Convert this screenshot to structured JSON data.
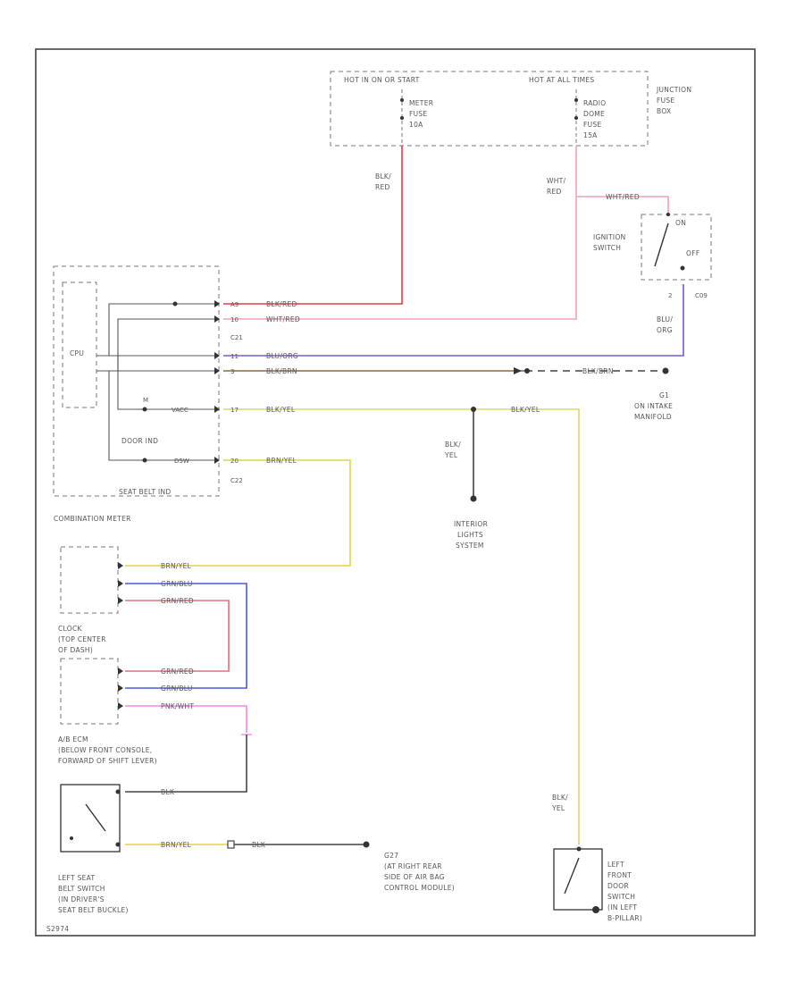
{
  "diagram": {
    "page_code": "S2974",
    "colors": {
      "blk_red": "#e63b4a",
      "wht_red": "#f4a0ad",
      "blu_org": "#7a5cc8",
      "blk_brn": "#8b6a3e",
      "blk_yel": "#d8d870",
      "brn_yel": "#e4d24a",
      "grn_blu": "#4a5ae0",
      "grn_red": "#e07080",
      "pnk_wht": "#ee88ee",
      "blk": "#333333"
    },
    "junction_box": {
      "header_left": "HOT IN ON OR START",
      "header_right": "HOT AT ALL TIMES",
      "label_lines": [
        "JUNCTION",
        "FUSE",
        "BOX"
      ],
      "fuse1_lines": [
        "METER",
        "FUSE",
        "10A"
      ],
      "fuse2_lines": [
        "RADIO",
        "DOME",
        "FUSE",
        "15A"
      ]
    },
    "ignition_switch": {
      "label_lines": [
        "IGNITION",
        "SWITCH"
      ],
      "on_label": "ON",
      "off_label": "OFF",
      "pin2": "2",
      "c_label": "C09"
    },
    "combination_meter": {
      "label": "COMBINATION METER",
      "cpu_label": "CPU",
      "door_ind": "DOOR IND",
      "seat_belt_ind": "SEAT BELT IND",
      "conn1": "C21",
      "conn2": "C22",
      "pin_labels": [
        "A9",
        "10",
        "11",
        "3",
        "17",
        "20"
      ],
      "small_labels": [
        "M",
        "VACC",
        "DSW"
      ]
    },
    "wires": {
      "blk_red_top": "BLK/\nRED",
      "wht_red_top": "WHT/\nRED",
      "blk_red": "BLK/RED",
      "wht_red": "WHT/RED",
      "blu_org": "BLU/ORG",
      "blk_brn": "BLK/BRN",
      "blk_yel": "BLK/YEL",
      "brn_yel": "BRN/YEL",
      "grn_blu": "GRN/BLU",
      "grn_red": "GRN/RED",
      "pnk_wht": "PNK/WHT",
      "blk": "BLK",
      "blu_org_side": "BLU/\nORG",
      "blk_yel_side": "BLK/\nYEL"
    },
    "ground": {
      "label_lines": [
        "G1",
        "ON INTAKE",
        "MANIFOLD"
      ]
    },
    "interior_lights": {
      "label_lines": [
        "INTERIOR",
        "LIGHTS",
        "SYSTEM"
      ]
    },
    "clock": {
      "label_lines": [
        "CLOCK",
        "(TOP CENTER",
        "OF DASH)"
      ]
    },
    "air_bag": {
      "label_lines": [
        "A/B ECM",
        "(BELOW FRONT CONSOLE,",
        "FORWARD OF SHIFT LEVER)"
      ]
    },
    "seat_belt_switch": {
      "label_lines": [
        "LEFT SEAT",
        "BELT SWITCH",
        "(IN DRIVER'S",
        "SEAT BELT BUCKLE)"
      ]
    },
    "ground2": {
      "label_lines": [
        "G27",
        "(AT RIGHT REAR",
        "SIDE OF AIR BAG",
        "CONTROL MODULE)"
      ]
    },
    "door_switch": {
      "label_lines": [
        "LEFT",
        "FRONT",
        "DOOR",
        "SWITCH",
        "(IN LEFT",
        "B-PILLAR)"
      ]
    }
  }
}
